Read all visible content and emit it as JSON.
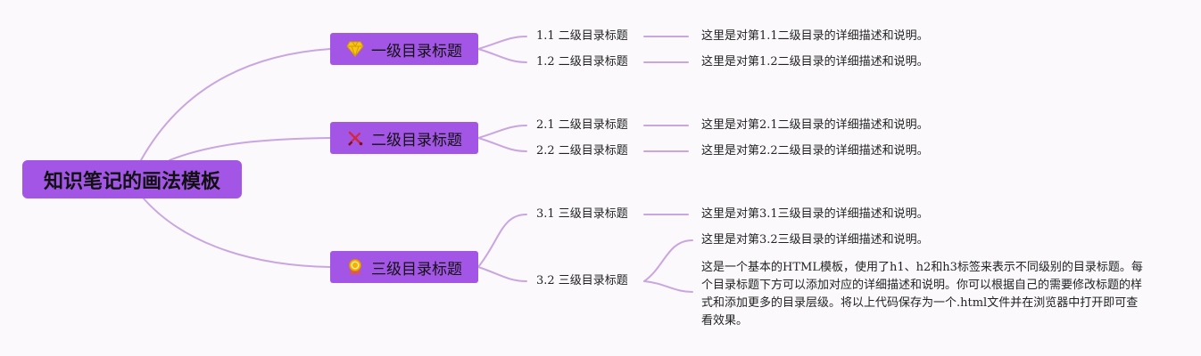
{
  "root": {
    "title": "知识笔记的画法模板"
  },
  "branches": [
    {
      "title": "一级目录标题",
      "icon": "diamond-icon",
      "children": [
        {
          "label": "1.1 二级目录标题",
          "descs": [
            "这里是对第1.1二级目录的详细描述和说明。"
          ]
        },
        {
          "label": "1.2 二级目录标题",
          "descs": [
            "这里是对第1.2二级目录的详细描述和说明。"
          ]
        }
      ]
    },
    {
      "title": "二级目录标题",
      "icon": "crossed-swords-icon",
      "children": [
        {
          "label": "2.1 二级目录标题",
          "descs": [
            "这里是对第2.1二级目录的详细描述和说明。"
          ]
        },
        {
          "label": "2.2 二级目录标题",
          "descs": [
            "这里是对第2.2二级目录的详细描述和说明。"
          ]
        }
      ]
    },
    {
      "title": "三级目录标题",
      "icon": "award-ribbon-icon",
      "children": [
        {
          "label": "3.1 三级目录标题",
          "descs": [
            "这里是对第3.1三级目录的详细描述和说明。"
          ]
        },
        {
          "label": "3.2 三级目录标题",
          "descs": [
            "这里是对第3.2三级目录的详细描述和说明。",
            "这是一个基本的HTML模板，使用了h1、h2和h3标签来表示不同级别的目录标题。每个目录标题下方可以添加对应的详细描述和说明。你可以根据自己的需要修改标题的样式和添加更多的目录层级。将以上代码保存为一个.html文件并在浏览器中打开即可查看效果。"
          ]
        }
      ]
    }
  ],
  "colors": {
    "node": "#a355e6",
    "line": "#c9a6e0",
    "background": "#fbf9fc"
  }
}
